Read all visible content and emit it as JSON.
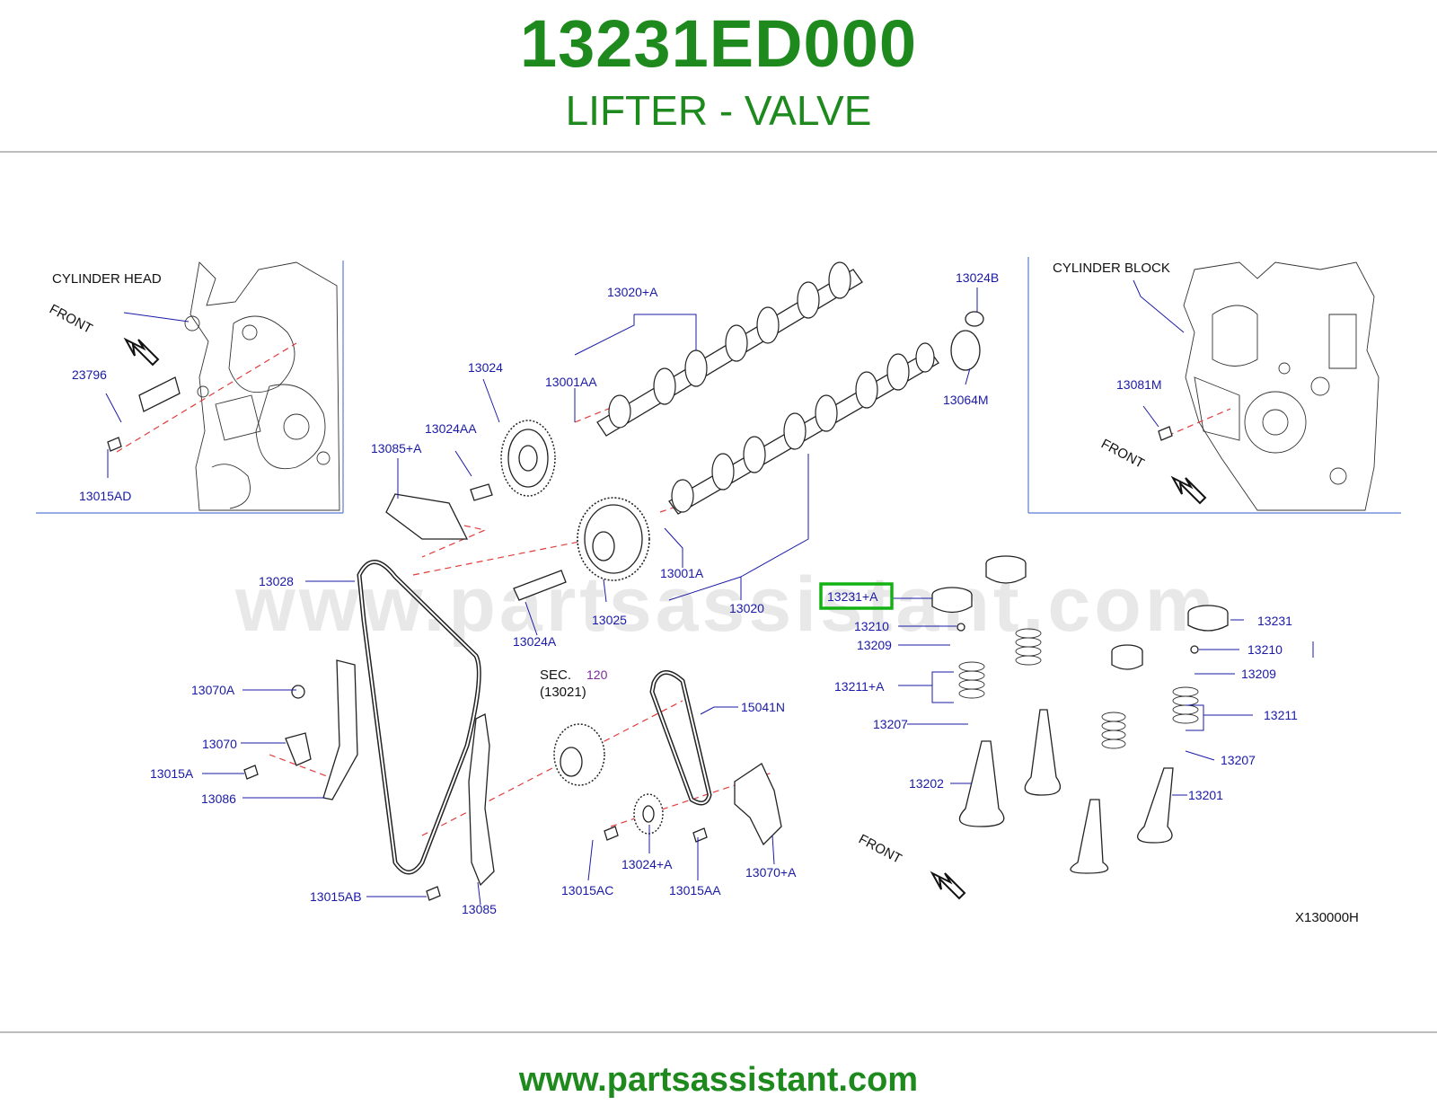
{
  "header": {
    "part_number": "13231ED000",
    "part_name": "LIFTER - VALVE"
  },
  "footer": {
    "url": "www.partsassistant.com"
  },
  "watermark": "www.partsassistant.com",
  "diagram": {
    "code": "X130000H",
    "highlighted": "13231+A",
    "highlight_color": "#13b213",
    "title_color": "#1e8a1e",
    "callout_color": "#1a1aa6",
    "texts": {
      "cylinder_head": "CYLINDER   HEAD",
      "cylinder_block": "CYLINDER   BLOCK",
      "front": "FRONT",
      "sec": "SEC.",
      "sec_num": "120",
      "sec_sub": "(13021)"
    },
    "callouts": {
      "c23796": "23796",
      "c13015AD": "13015AD",
      "c13020A": "13020+A",
      "c13024": "13024",
      "c13001AA": "13001AA",
      "c13024AA": "13024AA",
      "c13085A": "13085+A",
      "c13024B": "13024B",
      "c13064M": "13064M",
      "c13081M": "13081M",
      "c13028": "13028",
      "c13001A": "13001A",
      "c13025": "13025",
      "c13024A": "13024A",
      "c13020": "13020",
      "c13231A": "13231+A",
      "c13210a": "13210",
      "c13209a": "13209",
      "c13211A": "13211+A",
      "c13207a": "13207",
      "c13202": "13202",
      "c13231": "13231",
      "c13210b": "13210",
      "c13209b": "13209",
      "c13211": "13211",
      "c13207b": "13207",
      "c13201": "13201",
      "c13070A": "13070A",
      "c13070": "13070",
      "c13015A": "13015A",
      "c13086": "13086",
      "c15041N": "15041N",
      "c13015AB": "13015AB",
      "c13085": "13085",
      "c13015AC": "13015AC",
      "c13024A2": "13024+A",
      "c13015AA": "13015AA",
      "c13070A2": "13070+A"
    }
  }
}
